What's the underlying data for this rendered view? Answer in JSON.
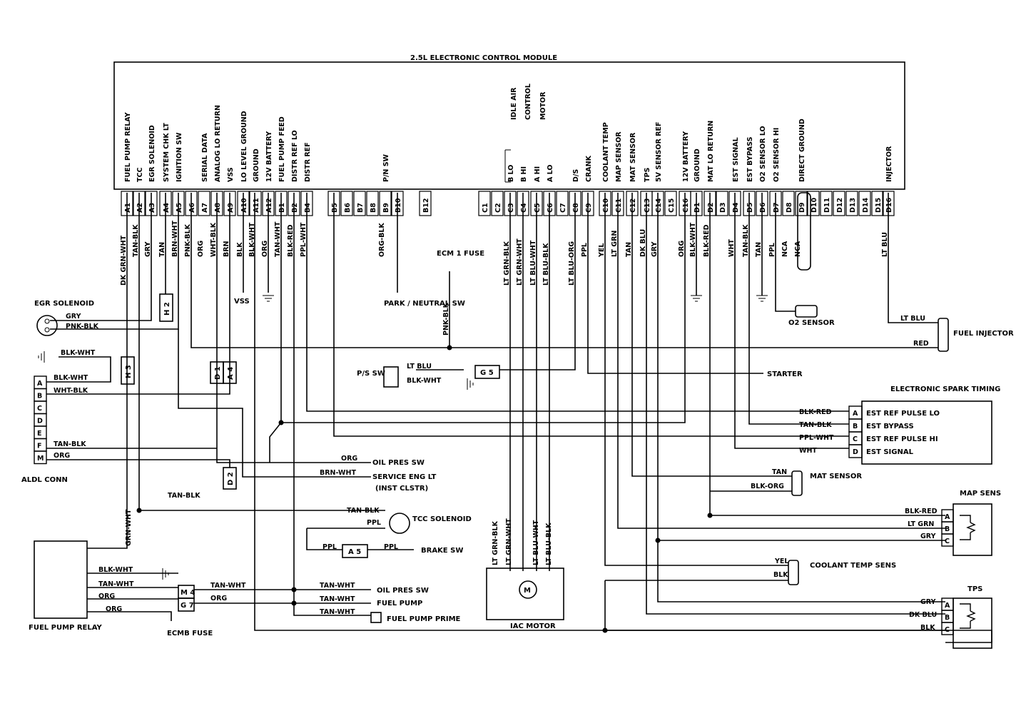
{
  "title": "2.5L ELECTRONIC CONTROL MODULE",
  "ecm": {
    "pins": [
      {
        "id": "A1",
        "func": "FUEL PUMP RELAY",
        "wire": "DK GRN-WHT"
      },
      {
        "id": "A2",
        "func": "TCC",
        "wire": "TAN-BLK"
      },
      {
        "id": "A3",
        "func": "EGR SOLENOID",
        "wire": "GRY"
      },
      {
        "id": "A4",
        "func": "SYSTEM CHK LT",
        "wire": "TAN"
      },
      {
        "id": "A5",
        "func": "IGNITION SW",
        "wire": "BRN-WHT"
      },
      {
        "id": "A6",
        "func": "",
        "wire": "PNK-BLK"
      },
      {
        "id": "A7",
        "func": "SERIAL DATA",
        "wire": "ORG"
      },
      {
        "id": "A8",
        "func": "ANALOG LO RETURN",
        "wire": "WHT-BLK"
      },
      {
        "id": "A9",
        "func": "VSS",
        "wire": "BRN"
      },
      {
        "id": "A10",
        "func": "LO LEVEL GROUND",
        "wire": "BLK"
      },
      {
        "id": "A11",
        "func": "GROUND",
        "wire": "BLK-WHT"
      },
      {
        "id": "A12",
        "func": "12V BATTERY",
        "wire": "ORG"
      },
      {
        "id": "B1",
        "func": "FUEL PUMP FEED",
        "wire": "TAN-WHT"
      },
      {
        "id": "B2",
        "func": "DISTR REF LO",
        "wire": "BLK-RED"
      },
      {
        "id": "B4",
        "func": "DISTR REF",
        "wire": "PPL-WHT"
      },
      {
        "id": "B5",
        "func": "",
        "wire": ""
      },
      {
        "id": "B6",
        "func": "",
        "wire": ""
      },
      {
        "id": "B7",
        "func": "",
        "wire": ""
      },
      {
        "id": "B8",
        "func": "",
        "wire": ""
      },
      {
        "id": "B9",
        "func": "P/N SW",
        "wire": "ORG-BLK"
      },
      {
        "id": "B10",
        "func": "",
        "wire": ""
      },
      {
        "id": "B12",
        "func": "",
        "wire": ""
      },
      {
        "id": "C1",
        "func": "",
        "wire": ""
      },
      {
        "id": "C2",
        "func": "",
        "wire": ""
      },
      {
        "id": "C3",
        "func": "B LO",
        "wire": "LT GRN-BLK"
      },
      {
        "id": "C4",
        "func": "B HI",
        "wire": "LT GRN-WHT"
      },
      {
        "id": "C5",
        "func": "A HI",
        "wire": "LT BLU-WHT"
      },
      {
        "id": "C6",
        "func": "A LO",
        "wire": "LT BLU-BLK"
      },
      {
        "id": "C7",
        "func": "",
        "wire": ""
      },
      {
        "id": "C8",
        "func": "D/S",
        "wire": "LT BLU-ORG"
      },
      {
        "id": "C9",
        "func": "CRANK",
        "wire": "PPL"
      },
      {
        "id": "C10",
        "func": "COOLANT TEMP",
        "wire": "YEL"
      },
      {
        "id": "C11",
        "func": "MAP SENSOR",
        "wire": "LT GRN"
      },
      {
        "id": "C12",
        "func": "MAT SENSOR",
        "wire": "TAN"
      },
      {
        "id": "C13",
        "func": "TPS",
        "wire": "DK BLU"
      },
      {
        "id": "C14",
        "func": "5V SENSOR REF",
        "wire": "GRY"
      },
      {
        "id": "C15",
        "func": "",
        "wire": ""
      },
      {
        "id": "C16",
        "func": "12V BATTERY",
        "wire": "ORG"
      },
      {
        "id": "D1",
        "func": "GROUND",
        "wire": "BLK-WHT"
      },
      {
        "id": "D2",
        "func": "MAT LO RETURN",
        "wire": "BLK-RED"
      },
      {
        "id": "D3",
        "func": "",
        "wire": ""
      },
      {
        "id": "D4",
        "func": "EST SIGNAL",
        "wire": "WHT"
      },
      {
        "id": "D5",
        "func": "EST BYPASS",
        "wire": "TAN-BLK"
      },
      {
        "id": "D6",
        "func": "O2 SENSOR LO",
        "wire": "TAN"
      },
      {
        "id": "D7",
        "func": "O2 SENSOR HI",
        "wire": "PPL"
      },
      {
        "id": "D8",
        "func": "",
        "wire": "NCA"
      },
      {
        "id": "D9",
        "func": "DIRECT GROUND",
        "wire": "NCA"
      },
      {
        "id": "D10",
        "func": "",
        "wire": ""
      },
      {
        "id": "D11",
        "func": "",
        "wire": ""
      },
      {
        "id": "D12",
        "func": "",
        "wire": ""
      },
      {
        "id": "D13",
        "func": "",
        "wire": ""
      },
      {
        "id": "D14",
        "func": "",
        "wire": ""
      },
      {
        "id": "D15",
        "func": "",
        "wire": ""
      },
      {
        "id": "D16",
        "func": "INJECTOR",
        "wire": "LT BLU"
      }
    ],
    "iac_group": [
      "IDLE AIR",
      "CONTROL",
      "MOTOR"
    ]
  },
  "components": {
    "egr": "EGR SOLENOID",
    "vss": "VSS",
    "park_neutral": "PARK / NEUTRAL SW",
    "ecm1_fuse": "ECM 1 FUSE",
    "ps_sw": "P/S SW",
    "o2": "O2 SENSOR",
    "fuel_injector": "FUEL INJECTOR",
    "starter": "STARTER",
    "est": "ELECTRONIC SPARK TIMING",
    "est_pins": [
      {
        "id": "A",
        "label": "EST REF PULSE LO",
        "wire": "BLK-RED"
      },
      {
        "id": "B",
        "label": "EST BYPASS",
        "wire": "TAN-BLK"
      },
      {
        "id": "C",
        "label": "EST REF PULSE HI",
        "wire": "PPL-WHT"
      },
      {
        "id": "D",
        "label": "EST SIGNAL",
        "wire": "WHT"
      }
    ],
    "aldl": "ALDL CONN",
    "aldl_pins": [
      "A",
      "B",
      "C",
      "D",
      "E",
      "F",
      "M"
    ],
    "oil_pres_sw": "OIL PRES SW",
    "service_eng": "SERVICE ENG LT",
    "inst_clstr": "(INST CLSTR)",
    "tcc_solenoid": "TCC SOLENOID",
    "brake_sw": "BRAKE SW",
    "mat_sensor": "MAT SENSOR",
    "map_sens": "MAP SENS",
    "map_pins": [
      "A",
      "B",
      "C"
    ],
    "coolant": "COOLANT TEMP SENS",
    "tps": "TPS",
    "tps_pins": [
      "A",
      "B",
      "C"
    ],
    "iac_motor": "IAC MOTOR",
    "fuel_pump_relay": "FUEL PUMP RELAY",
    "ecmb_fuse": "ECMB FUSE",
    "fuel_pump": "FUEL PUMP",
    "fuel_pump_prime": "FUEL PUMP PRIME",
    "motor_symbol": "M"
  },
  "connectors": {
    "H2": "H 2",
    "H3": "H 3",
    "D1": "D 1",
    "A4": "A 4",
    "D2": "D 2",
    "G5": "G 5",
    "A5": "A 5",
    "M4": "M 4",
    "G7": "G 7"
  },
  "wires": {
    "gry": "GRY",
    "pnk_blk": "PNK-BLK",
    "blk_wht": "BLK-WHT",
    "wht_blk": "WHT-BLK",
    "tan_blk": "TAN-BLK",
    "org": "ORG",
    "brn_wht": "BRN-WHT",
    "lt_blu": "LT BLU",
    "red": "RED",
    "ppl": "PPL",
    "grn_wht": "GRN-WHT",
    "tan_wht": "TAN-WHT",
    "tan": "TAN",
    "blk_org": "BLK-ORG",
    "blk_red": "BLK-RED",
    "lt_grn": "LT GRN",
    "yel": "YEL",
    "blk": "BLK",
    "dk_blu": "DK BLU",
    "ppl_wht": "PPL-WHT",
    "wht": "WHT",
    "lt_grn_blk": "LT GRN-BLK",
    "lt_grn_wht": "LT GRN-WHT",
    "lt_blu_wht": "LT BLU-WHT",
    "lt_blu_blk": "LT BLU-BLK"
  }
}
